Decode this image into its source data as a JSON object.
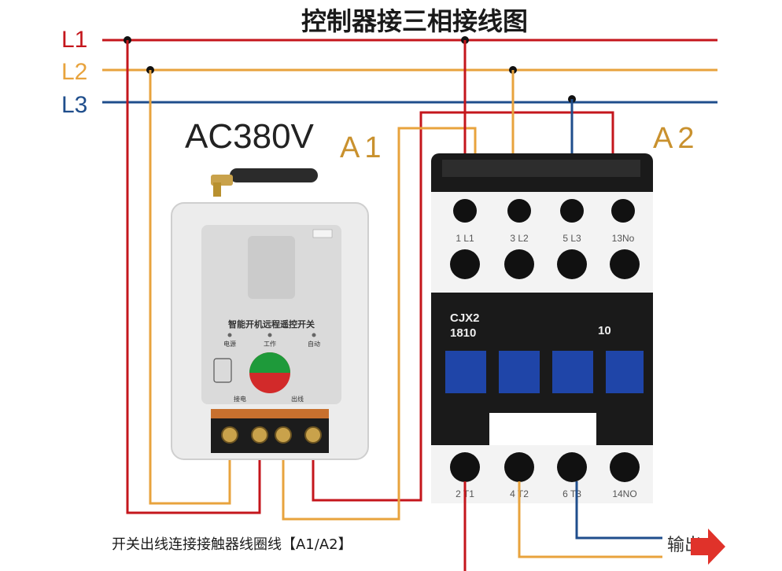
{
  "title": "控制器接三相接线图",
  "lines": [
    {
      "label": "L1",
      "color": "#c4161c"
    },
    {
      "label": "L2",
      "color": "#e8a33d"
    },
    {
      "label": "L3",
      "color": "#1f4e8c"
    }
  ],
  "voltage": "AC380V",
  "coil_a1": "A1",
  "coil_a2": "A2",
  "controller": {
    "panel_title": "智能开机远程遥控开关",
    "indicators": [
      "电源",
      "工作",
      "自动"
    ],
    "bottom_left": "接电",
    "bottom_right": "出线"
  },
  "contactor": {
    "model": "CJX2",
    "rating": "1810",
    "aux_no": "10",
    "top_terminals": [
      "1 L1",
      "3 L2",
      "5 L3",
      "13No"
    ],
    "bottom_terminals": [
      "2 T1",
      "4 T2",
      "6 T3",
      "14NO"
    ]
  },
  "caption": "开关出线连接接触器线圈线【A1/A2】",
  "output_label": "输出"
}
